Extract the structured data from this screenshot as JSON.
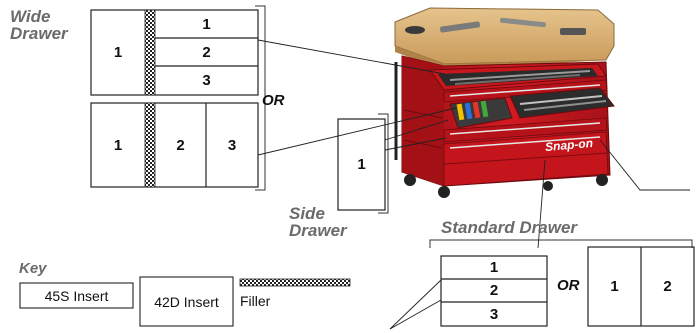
{
  "colors": {
    "label_gray": "#6b6b6b",
    "line": "#222222",
    "cabinet_red": "#c8161d",
    "cabinet_dark": "#8e0d12",
    "wood_top": "#d9b276"
  },
  "wide_drawer": {
    "label_line1": "Wide",
    "label_line2": "Drawer",
    "layout_a": {
      "left": "1",
      "rows": [
        "1",
        "2",
        "3"
      ]
    },
    "connector": "OR",
    "layout_b": {
      "cells": [
        "1",
        "2",
        "3"
      ]
    }
  },
  "side_drawer": {
    "label_line1": "Side",
    "label_line2": "Drawer",
    "cell": "1"
  },
  "standard_drawer": {
    "label": "Standard Drawer",
    "layout_a": {
      "rows": [
        "1",
        "2",
        "3"
      ]
    },
    "connector": "OR",
    "layout_b": {
      "cells": [
        "1",
        "2"
      ]
    }
  },
  "key": {
    "title": "Key",
    "items": [
      "45S Insert",
      "42D Insert",
      "Filler"
    ]
  },
  "cabinet": {
    "brand_text": "Snap-on",
    "icon": "toolbox-cart-photo"
  }
}
